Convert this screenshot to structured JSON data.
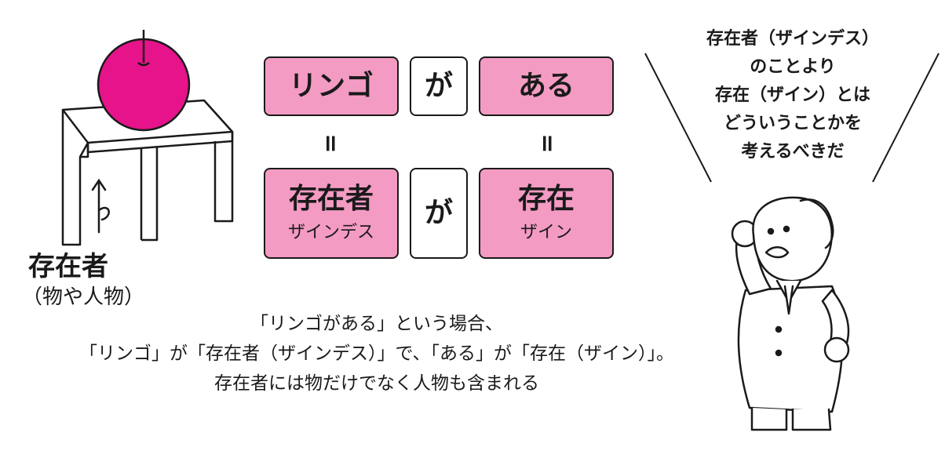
{
  "colors": {
    "pink": "#f39bc3",
    "apple": "#e6138a",
    "ink": "#1a1a1a"
  },
  "left": {
    "label_main": "存在者",
    "label_sub": "（物や人物）"
  },
  "diagram": {
    "top_row": [
      "リンゴ",
      "が",
      "ある"
    ],
    "equals": [
      "=",
      "="
    ],
    "bottom_row": [
      {
        "main": "存在者",
        "sub": "ザインデス"
      },
      {
        "main": "が",
        "sub": ""
      },
      {
        "main": "存在",
        "sub": "ザイン"
      }
    ]
  },
  "speech": {
    "lines": [
      "存在者（ザインデス）",
      "のことより",
      "存在（ザイン）とは",
      "どういうことかを",
      "考えるべきだ"
    ]
  },
  "caption": {
    "lines": [
      "「リンゴがある」という場合、",
      "「リンゴ」が「存在者（ザインデス）」で、「ある」が「存在（ザイン）」。",
      "存在者には物だけでなく人物も含まれる"
    ]
  },
  "icons": [
    "apple-icon",
    "table-icon",
    "arrow-icon",
    "professor-icon"
  ]
}
